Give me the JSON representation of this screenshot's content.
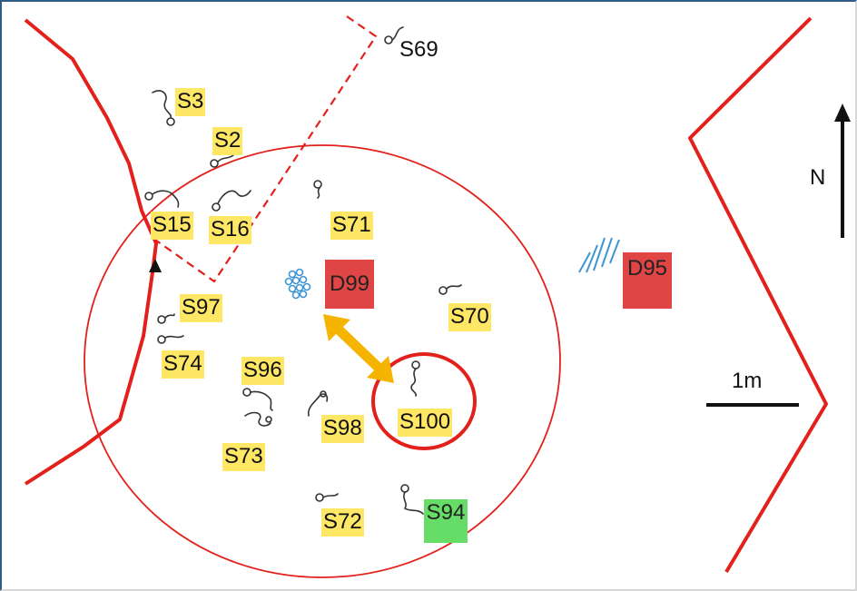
{
  "colors": {
    "boundary_red": "#e3201b",
    "highlight_yellow": "#ffe766",
    "feature_red": "#e04545",
    "feature_green": "#66dd66",
    "arrow_orange": "#f5b400",
    "marks_blue": "#3e95d4",
    "frame_blue": "#2f5d86"
  },
  "labels": {
    "s69": "S69",
    "s3": "S3",
    "s2": "S2",
    "s15": "S15",
    "s16": "S16",
    "s71": "S71",
    "s97": "S97",
    "s74": "S74",
    "s70": "S70",
    "s96": "S96",
    "s98": "S98",
    "s100": "S100",
    "s73": "S73",
    "s72": "S72",
    "s94": "S94",
    "d99": "D99",
    "d95": "D95"
  },
  "legend": {
    "north_label": "N",
    "scale_label": "1m"
  },
  "icons": [
    "north-arrow-icon",
    "scale-bar-icon",
    "double-arrow-icon",
    "skeleton-glyph-icon",
    "cluster-icon",
    "hatch-icon"
  ]
}
